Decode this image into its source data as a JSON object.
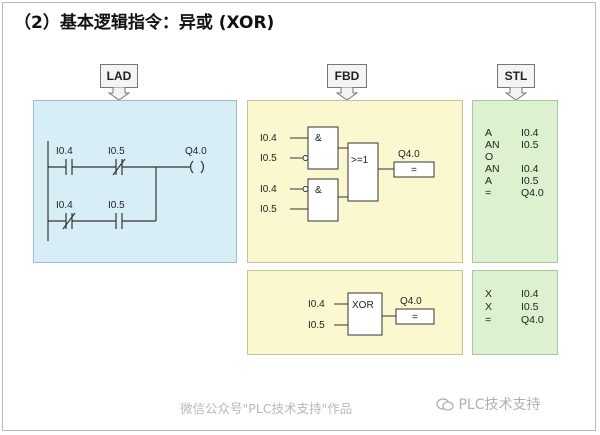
{
  "title": "（2）基本逻辑指令：异或 (XOR)",
  "labels": {
    "lad": "LAD",
    "fbd": "FBD",
    "stl": "STL"
  },
  "lad": {
    "rung1_contact1": "I0.4",
    "rung1_contact2": "I0.5",
    "rung2_contact1": "I0.4",
    "rung2_contact2": "I0.5",
    "coil": "Q4.0"
  },
  "fbd": {
    "and1_in1": "I0.4",
    "and1_in2": "I0.5",
    "and2_in1": "I0.4",
    "and2_in2": "I0.5",
    "and_symbol": "&",
    "or_symbol": ">=1",
    "output": "Q4.0",
    "assign_symbol": "=",
    "xor_in1": "I0.4",
    "xor_in2": "I0.5",
    "xor_symbol": "XOR",
    "xor_output": "Q4.0"
  },
  "stl": {
    "block1": [
      {
        "op": "A",
        "operand": "I0.4"
      },
      {
        "op": "AN",
        "operand": "I0.5"
      },
      {
        "op": "O",
        "operand": ""
      },
      {
        "op": "AN",
        "operand": "I0.4"
      },
      {
        "op": "A",
        "operand": "I0.5"
      },
      {
        "op": "=",
        "operand": "Q4.0"
      }
    ],
    "block2": [
      {
        "op": "X",
        "operand": "I0.4"
      },
      {
        "op": "X",
        "operand": "I0.5"
      },
      {
        "op": "=",
        "operand": "Q4.0"
      }
    ]
  },
  "watermark": "微信公众号\"PLC技术支持\"作品",
  "watermark_logo": "PLC技术支持"
}
